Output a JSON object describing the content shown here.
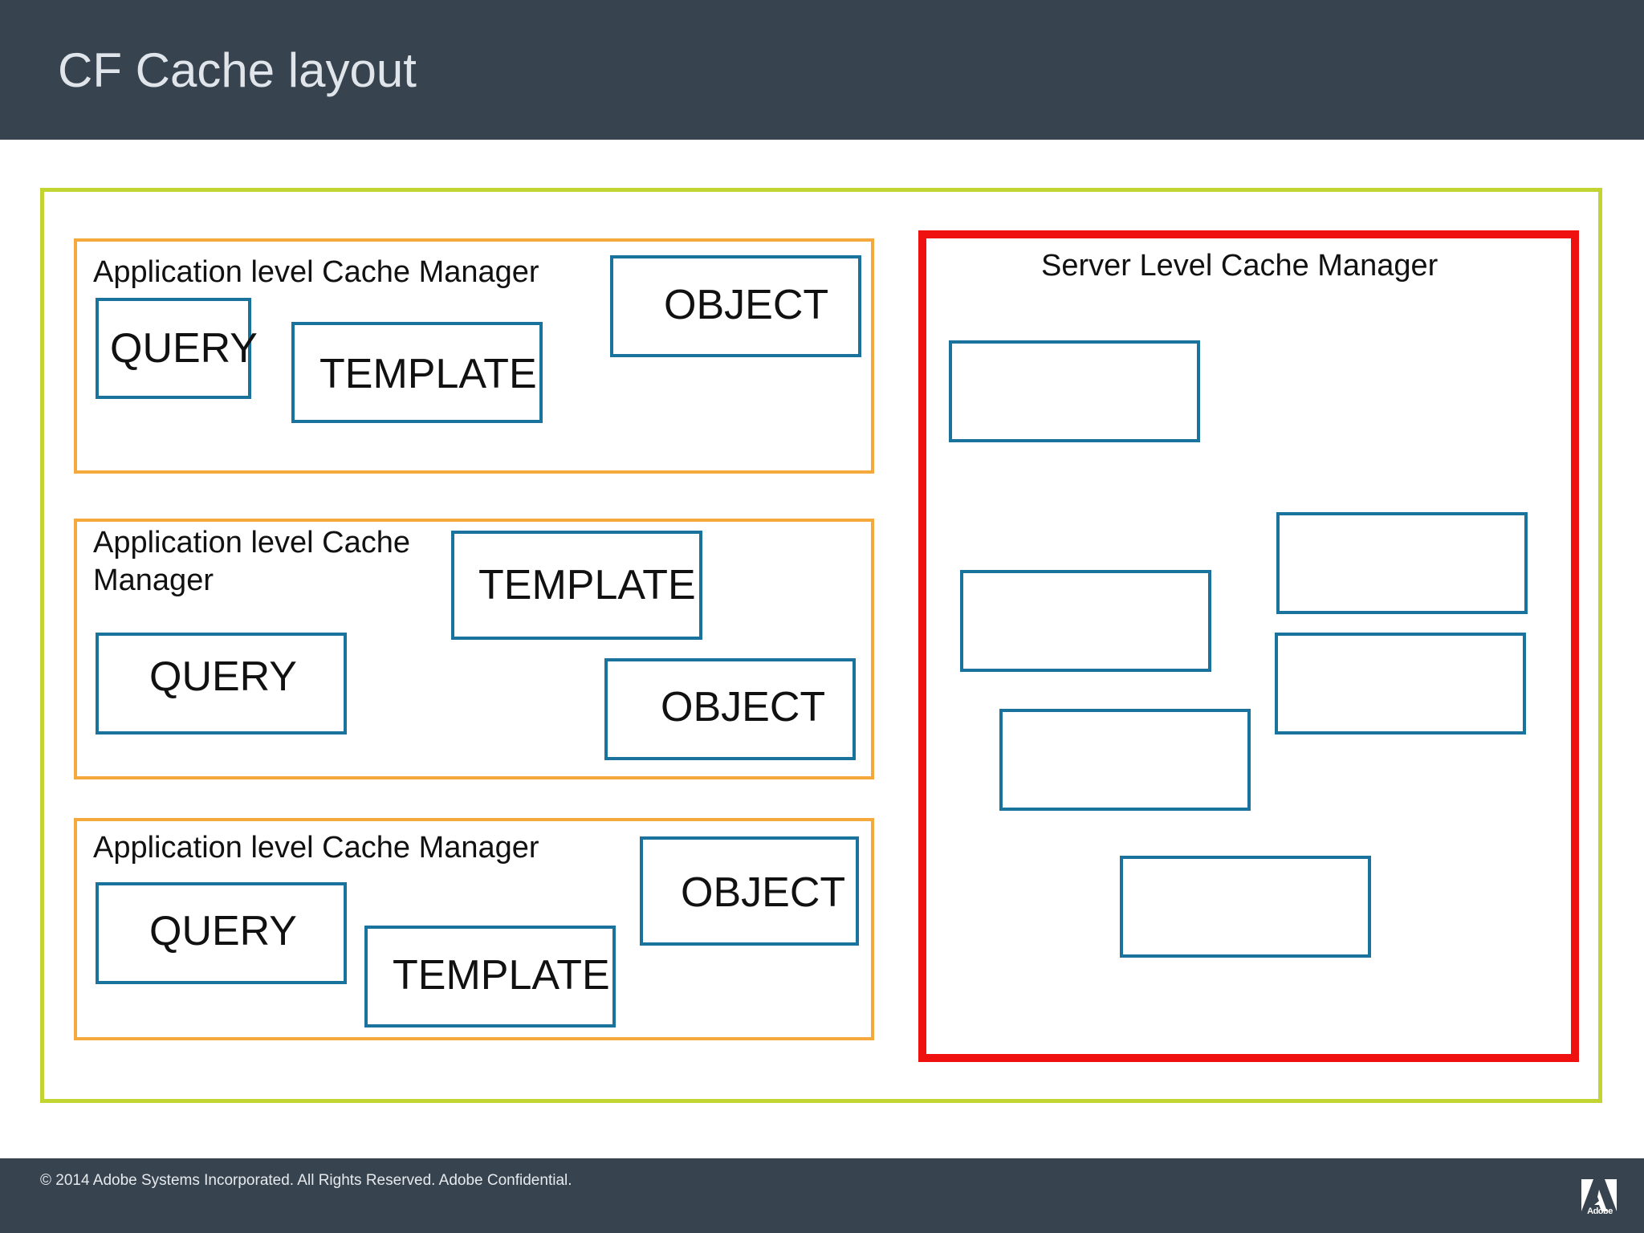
{
  "header": {
    "title": "CF Cache layout"
  },
  "diagram": {
    "app_managers": [
      {
        "label": "Application level Cache Manager",
        "query": "QUERY",
        "template": "TEMPLATE",
        "object": "OBJECT"
      },
      {
        "label_line1": "Application level Cache",
        "label_line2": "Manager",
        "query": "QUERY",
        "template": "TEMPLATE",
        "object": "OBJECT"
      },
      {
        "label": "Application level Cache Manager",
        "query": "QUERY",
        "template": "TEMPLATE",
        "object": "OBJECT"
      }
    ],
    "server_manager": {
      "label": "Server Level Cache Manager",
      "empty_cache_count": 6
    }
  },
  "footer": {
    "copyright": "© 2014 Adobe Systems Incorporated.  All Rights Reserved.  Adobe Confidential.",
    "logo_text": "Adobe",
    "logo_icon": "adobe-logo-icon"
  },
  "colors": {
    "header_bg": "#37434e",
    "outer_border": "#c1d432",
    "app_border": "#f5a93c",
    "cache_border": "#19739c",
    "server_border": "#ef1010"
  }
}
